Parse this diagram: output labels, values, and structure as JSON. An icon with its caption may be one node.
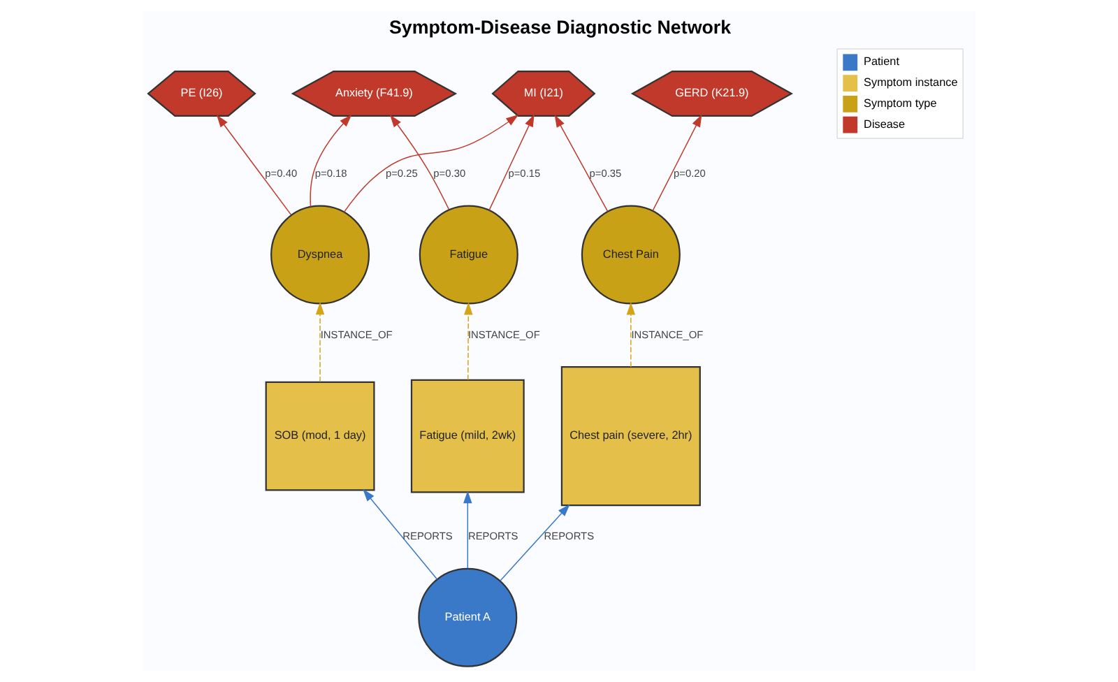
{
  "diagram": {
    "title": "Symptom-Disease Diagnostic Network",
    "nodes": [
      {
        "text": [
          "Fatigue"
        ]
      },
      {
        "text": [
          "Anxiety (F41.9)"
        ]
      },
      {
        "text": [
          "Fatigue (mild, 2wk)"
        ]
      },
      {
        "text": [
          "GERD (K21.9)"
        ]
      },
      {
        "text": [
          "MI (I21)"
        ]
      },
      {
        "text": [
          "Dyspnea"
        ]
      },
      {
        "text": [
          "Chest Pain"
        ]
      },
      {
        "text": [
          "PE (I26)"
        ]
      },
      {
        "text": [
          "Patient A"
        ]
      },
      {
        "text": [
          "SOB (mod, 1 day)"
        ]
      },
      {
        "text": [
          "Chest pain (severe, 2hr)"
        ]
      }
    ],
    "edges": [
      {
        "from": 8,
        "to": 2,
        "arrow": "to",
        "label": "REPORTS",
        "color": "#3a78c8"
      },
      {
        "from": 8,
        "to": 9,
        "arrow": "to",
        "label": "REPORTS",
        "color": "#3a78c8"
      },
      {
        "from": 8,
        "to": 10,
        "arrow": "to",
        "label": "REPORTS",
        "color": "#3a78c8"
      },
      {
        "from": 2,
        "to": 0,
        "arrow": "to",
        "label": "INSTANCE_OF",
        "style": "dashed",
        "color": "#d4a514"
      },
      {
        "from": 9,
        "to": 5,
        "arrow": "to",
        "label": "INSTANCE_OF",
        "style": "dashed",
        "color": "#d4a514"
      },
      {
        "from": 10,
        "to": 6,
        "arrow": "to",
        "label": "INSTANCE_OF",
        "style": "dashed",
        "color": "#d4a514"
      },
      {
        "from": 0,
        "to": 1,
        "arrow": "to",
        "label": "p=0.30"
      },
      {
        "from": 0,
        "to": 4,
        "arrow": "to",
        "label": "p=0.15"
      },
      {
        "from": 5,
        "to": 1,
        "arrow": "to",
        "label": "p=0.18"
      },
      {
        "from": 5,
        "to": 4,
        "arrow": "to",
        "label": "p=0.25"
      },
      {
        "from": 5,
        "to": 7,
        "arrow": "to",
        "label": "p=0.40"
      },
      {
        "from": 6,
        "to": 4,
        "arrow": "to",
        "label": "p=0.35"
      },
      {
        "from": 6,
        "to": 3,
        "arrow": "to",
        "label": "p=0.20"
      }
    ],
    "legend": [
      {
        "text": "Patient",
        "color": "#3a78c8"
      },
      {
        "text": "Symptom instance",
        "color": "#e4c04a"
      },
      {
        "text": "Symptom type",
        "color": "#c9a116"
      },
      {
        "text": "Disease",
        "color": "#c0392b"
      }
    ]
  }
}
